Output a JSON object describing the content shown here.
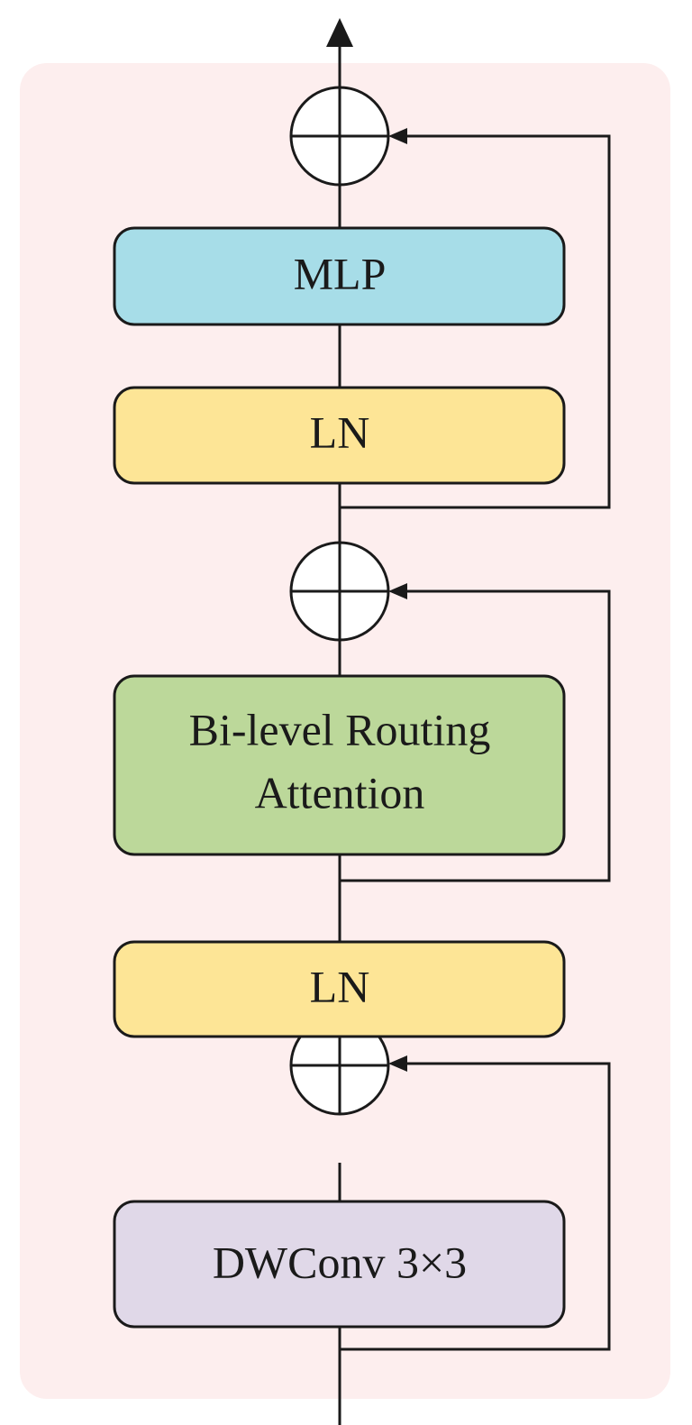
{
  "blocks": {
    "mlp": {
      "label": "MLP",
      "color": "#a7dde8"
    },
    "ln_top": {
      "label": "LN",
      "color": "#fde596"
    },
    "attention": {
      "line1": "Bi-level Routing",
      "line2": "Attention",
      "color": "#bcd89a"
    },
    "ln_bottom": {
      "label": "LN",
      "color": "#fde596"
    },
    "dwconv": {
      "label": "DWConv 3×3",
      "color": "#e0d8e8"
    }
  },
  "colors": {
    "panel": "#fdeeee",
    "stroke": "#1a1a1a"
  }
}
